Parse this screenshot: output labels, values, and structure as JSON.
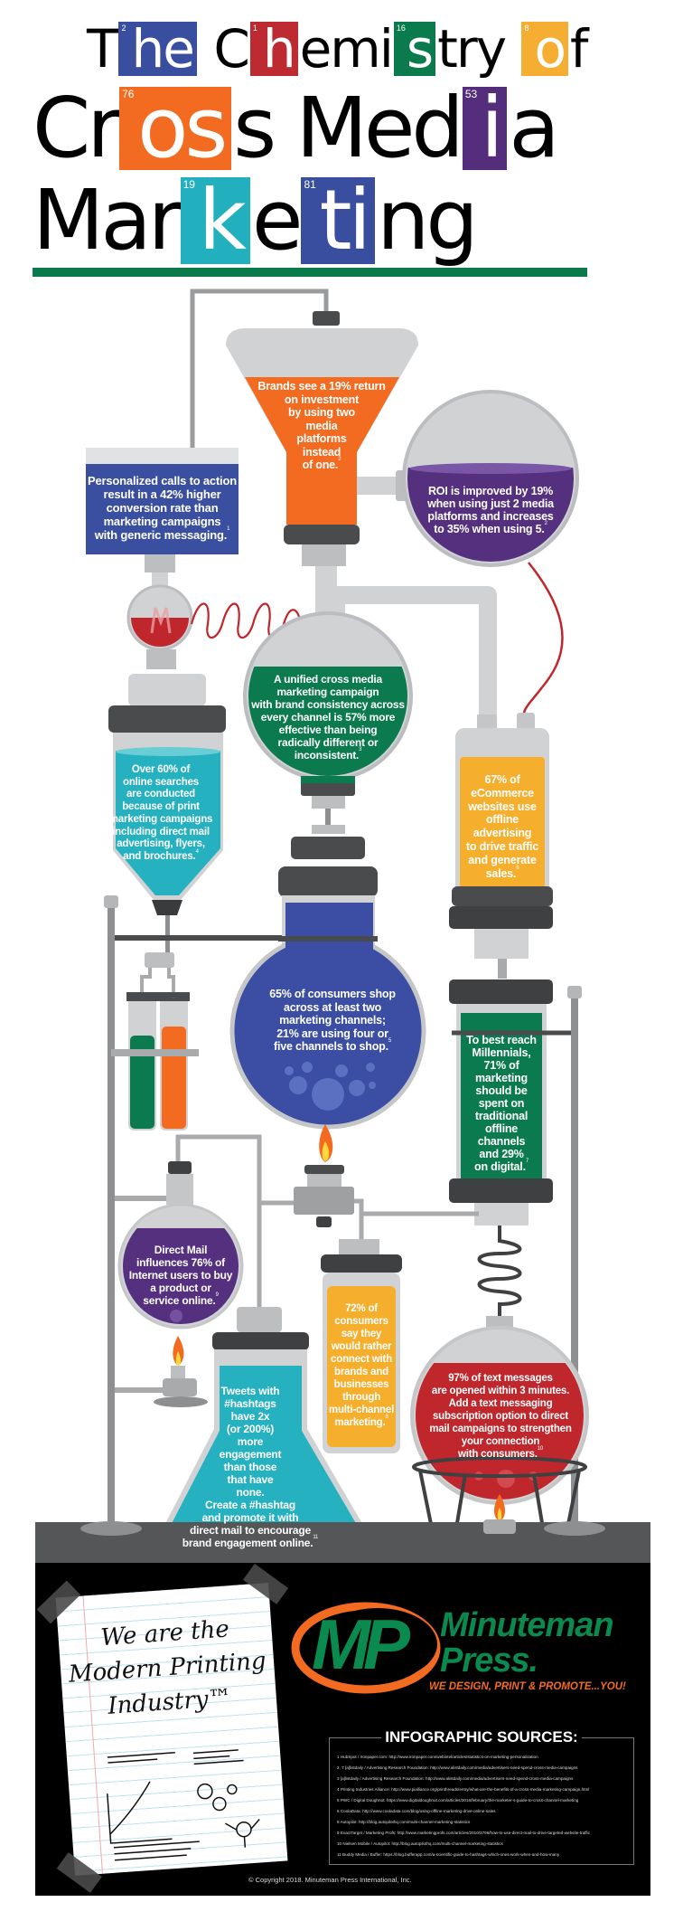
{
  "title": {
    "line1": [
      {
        "text": "T"
      },
      {
        "text": "he",
        "box": true,
        "num": "2",
        "color": "#3a4ea0"
      },
      {
        "text": " C"
      },
      {
        "text": "h",
        "box": true,
        "num": "1",
        "color": "#be2a32"
      },
      {
        "text": "emi"
      },
      {
        "text": "s",
        "box": true,
        "num": "16",
        "color": "#0b7b4d"
      },
      {
        "text": "try "
      },
      {
        "text": "o",
        "box": true,
        "num": "8",
        "color": "#f5ae32"
      },
      {
        "text": "f"
      }
    ],
    "line2": [
      {
        "text": "Cr"
      },
      {
        "text": "os",
        "box": true,
        "num": "76",
        "color": "#f26b21"
      },
      {
        "text": "s Med"
      },
      {
        "text": "i",
        "box": true,
        "num": "53",
        "color": "#542d7d"
      },
      {
        "text": "a"
      }
    ],
    "line3": [
      {
        "text": "Mar"
      },
      {
        "text": "k",
        "box": true,
        "num": "19",
        "color": "#22b0be"
      },
      {
        "text": "e"
      },
      {
        "text": "ti",
        "box": true,
        "num": "81",
        "color": "#3a4ea0"
      },
      {
        "text": "ng"
      }
    ]
  },
  "stats": {
    "personalized": {
      "text": "Personalized calls to action\nresult in a 42% higher\nconversion rate than\nmarketing campaigns\nwith generic messaging.",
      "note": "1"
    },
    "brands_roi": {
      "text": "Brands see a 19% return\non investment\nby using two\nmedia\nplatforms\ninstead\nof one.",
      "note": "2"
    },
    "roi_improved": {
      "text": "ROI is improved by 19%\nwhen using just 2 media\nplatforms and increases\nto 35% when using 5.",
      "note": "2"
    },
    "unified": {
      "text": "A unified cross media\nmarketing campaign\nwith brand consistency across\nevery channel is 57% more\neffective than being\nradically different or\ninconsistent.",
      "note": "3"
    },
    "online_searches": {
      "text": "Over 60% of\nonline searches\nare conducted\nbecause of print\nmarketing campaigns\nincluding direct mail\nadvertising, flyers,\nand brochures.",
      "note": "4"
    },
    "ecommerce": {
      "text": "67% of\neCommerce\nwebsites use\noffline\nadvertising\nto drive traffic\nand generate\nsales.",
      "note": "6"
    },
    "consumers_shop": {
      "text": "65% of consumers shop\nacross at least two\nmarketing channels;\n21% are using four or\nfive channels to shop.",
      "note": "5"
    },
    "millennials": {
      "text": "To best reach\nMillennials,\n71% of\nmarketing\nshould be\nspent on\ntraditional\noffline\nchannels\nand 29%\non digital.",
      "note": "7"
    },
    "direct_mail": {
      "text": "Direct Mail\ninfluences 76% of\nInternet users to buy\na product or\nservice online.",
      "note": "9"
    },
    "connect": {
      "text": "72% of\nconsumers\nsay they\nwould rather\nconnect with\nbrands and\nbusinesses\nthrough\nmulti-channel\nmarketing.",
      "note": "8"
    },
    "hashtags": {
      "text": "Tweets with\n#hashtags\nhave 2x\n(or 200%)\nmore\nengagement\nthan those\nthat have\nnone.\nCreate a #hashtag\nand promote it with\ndirect mail to encourage\nbrand engagement online.",
      "note": "11"
    },
    "text_messages": {
      "text": "97% of text messages\nare opened within 3 minutes.\nAdd a text messaging\nsubscription option to direct\nmail campaigns to strengthen\nyour connection\nwith consumers.",
      "note": "10"
    }
  },
  "note_paper": {
    "line1": "We are the",
    "line2": "Modern Printing",
    "line3": "Industry™"
  },
  "brand": {
    "logo_letters": "MP",
    "name": "Minuteman",
    "name2": "Press.",
    "tagline": "WE DESIGN, PRINT & PROMOTE...YOU!",
    "green": "#0a8a4e",
    "orange": "#f26b21"
  },
  "sources": {
    "title": "INFOGRAPHIC SOURCES:",
    "items": [
      "1 HubSpot / Ironpaper.com: http://www.ironpaper.com/webintel/articles/statistics-on-marketing-personalization",
      "2, 7 [a]listdaily / Advertising Research Foundation: http://www.alistdaily.com/media/advertisers-need-spend-cross-media-campaigns",
      "3 [a]listdaily / Advertising Research Foundation: http://www.alistdaily.com/media/advertisers-need-spend-cross-media-campaigns",
      "4 Printing Industries Alliance: http://www.pialliance.org/printhreads/entry/what-are-the-benefits-of-a-cross-media-marketing-campaign.html",
      "5 PWC / Digital Doughnut: https://www.digitaldoughnut.com/articles/2016/february/the-marketer-s-guide-to-cross-channel-marketing",
      "6 CoolaData: http://www.cooladata.com/blog/using-offline-marketing-drive-online-sales",
      "8 Autopilot: http://blog.autopilothq.com/multi-channel-marketing-statistics",
      "9 ExactTarget / Marketing Profs: http://www.marketingprofs.com/articles/2010/3796/how-to-use-direct-mail-to-drive-targeted-website-traffic",
      "10 Nielsen Mobile / Autopilot: http://blog.autopilothq.com/multi-channel-marketing-statistics",
      "11 Buddy Media / Buffer: https://blog.bufferapp.com/a-scientific-guide-to-hashtags-which-ones-work-when-and-how-many"
    ]
  },
  "copyright": "© Copyright 2018. Minuteman Press International, Inc."
}
